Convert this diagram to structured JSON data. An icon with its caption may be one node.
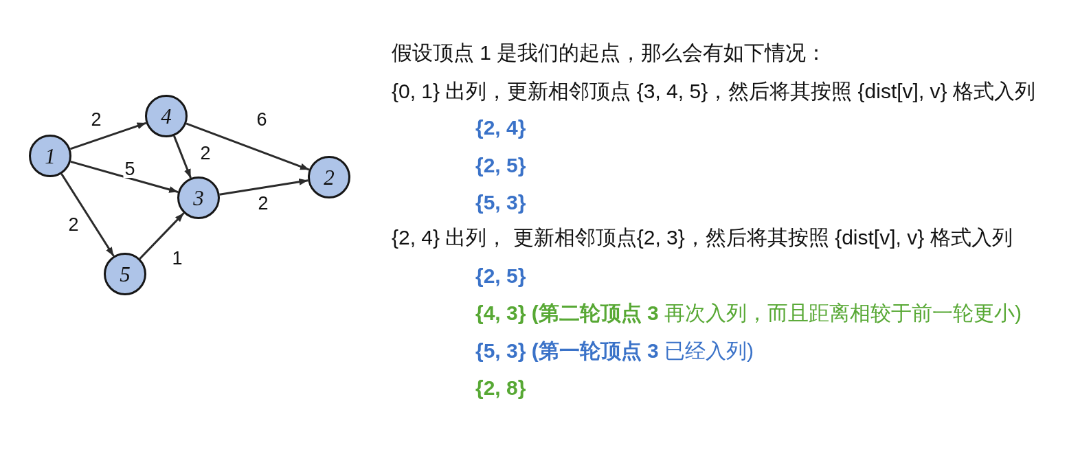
{
  "diagram": {
    "nodes": [
      {
        "text": [
          "1"
        ]
      },
      {
        "text": [
          "5"
        ]
      },
      {
        "text": [
          "4"
        ]
      },
      {
        "text": [
          "3"
        ]
      },
      {
        "text": [
          "2"
        ]
      }
    ],
    "edges": [
      {
        "from": 0,
        "to": 2,
        "arrow": "to",
        "label": "2"
      },
      {
        "from": 0,
        "to": 3,
        "arrow": "to",
        "label": "5"
      },
      {
        "from": 0,
        "to": 1,
        "arrow": "to",
        "label": "2"
      },
      {
        "from": 2,
        "to": 3,
        "arrow": "to",
        "label": "2"
      },
      {
        "from": 2,
        "to": 4,
        "arrow": "to",
        "label": "6"
      },
      {
        "from": 3,
        "to": 4,
        "arrow": "to",
        "label": "2"
      },
      {
        "from": 1,
        "to": 3,
        "arrow": "to",
        "label": "1"
      }
    ],
    "labels": [
      "假设顶点 1 是我们的起点，那么会有如下情况：",
      "{0, 1} 出列，更新相邻顶点 {3, 4, 5}，然后将其按照 {dist[v], v} 格式入列",
      "{2, 4}",
      "{2, 5}",
      "{5, 3}",
      "{2, 4} 出列， 更新相邻顶点{2, 3}，然后将其按照 {dist[v], v} 格式入列",
      "{2, 5}",
      "**{4, 3} (第二轮顶点 3** 再次入列，而且距离相较于前一轮更小)",
      "**{5, 3} (第一轮顶点 3** 已经入列)",
      "{2, 8}"
    ]
  }
}
